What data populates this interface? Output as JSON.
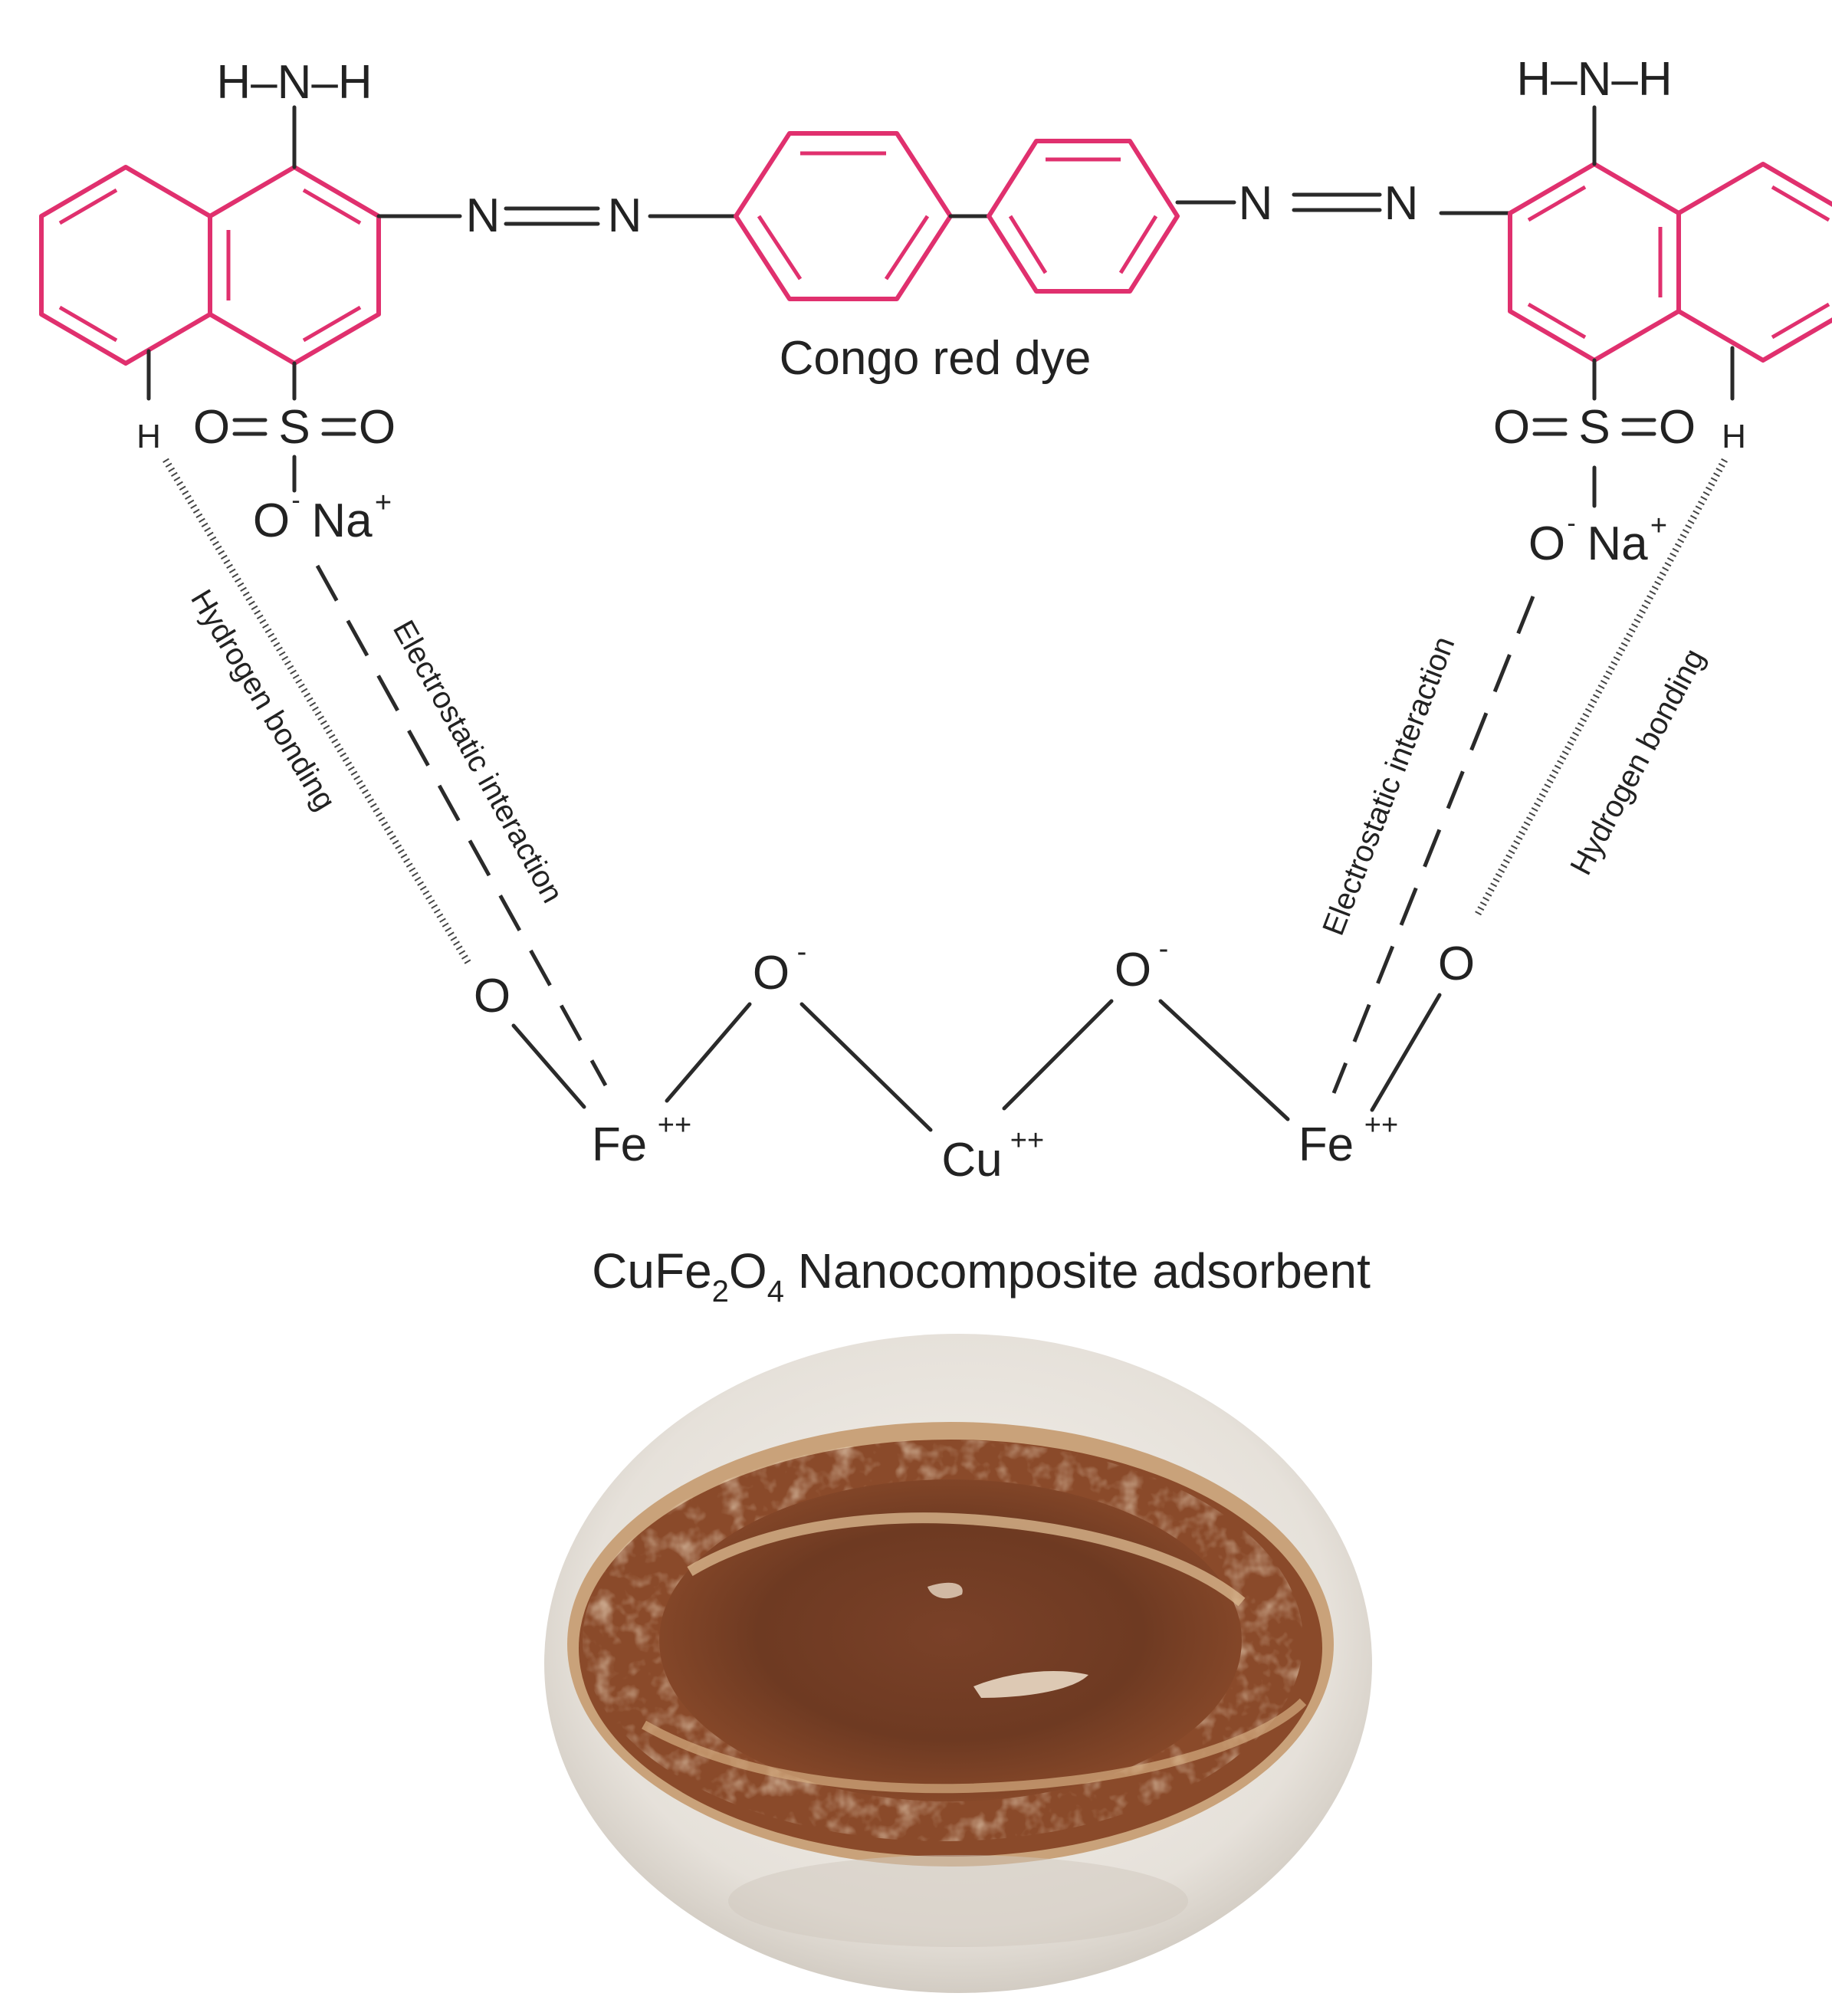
{
  "dye": {
    "amine_label": "H–N–H",
    "azo_n": "N",
    "caption": "Congo red dye",
    "sulfonyl_o": "O",
    "sulfonyl_s": "S",
    "sulfonate_o": "O",
    "sulfonate_charge_neg": "-",
    "sulfonate_na": "Na",
    "sulfonate_charge_pos": "+",
    "hydrogen": "H",
    "ring_color": "#e0306e"
  },
  "interactions": {
    "hydrogen_bonding": "Hydrogen bonding",
    "electrostatic": "Electrostatic interaction"
  },
  "adsorbent": {
    "oxygen": "O",
    "oxygen_charge": "-",
    "iron": "Fe",
    "copper": "Cu",
    "charge_2plus": "++",
    "caption_part1": "CuFe",
    "caption_sub1": "2",
    "caption_part2": "O",
    "caption_sub2": "4",
    "caption_part3": " Nanocomposite adsorbent"
  },
  "photo": {
    "colors": {
      "shell": "#e8e4df",
      "crust": "#c9a27a",
      "outer_brown": "#8a4a2a",
      "core_brown": "#6e3a22",
      "highlight": "#e9d8c4"
    }
  }
}
